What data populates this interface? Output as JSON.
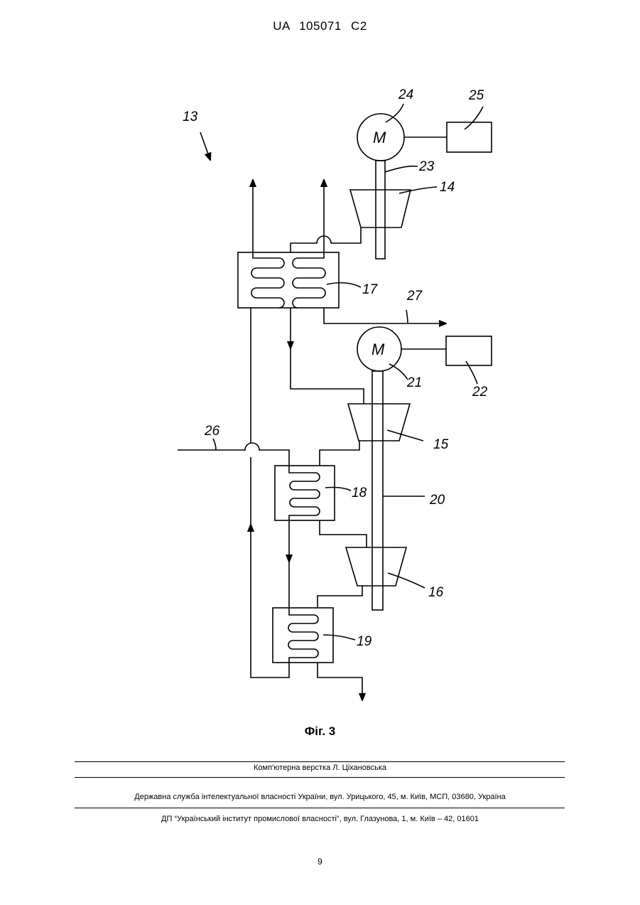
{
  "header": {
    "patent_id": "UA   105071   C2"
  },
  "figure": {
    "caption": "Фіг. 3",
    "labels": {
      "l13": "13",
      "l14": "14",
      "l15": "15",
      "l16": "16",
      "l17": "17",
      "l18": "18",
      "l19": "19",
      "l20": "20",
      "l21": "21",
      "l22": "22",
      "l23": "23",
      "l24": "24",
      "l25": "25",
      "l26": "26",
      "l27": "27"
    },
    "motor_symbol": "M"
  },
  "footer": {
    "layout": "Комп'ютерна верстка Л. Ціхановська",
    "agency": "Державна служба інтелектуальної власності України, вул. Урицького, 45, м. Київ, МСП, 03680, Україна",
    "institute": "ДП “Український інститут промислової власності”, вул. Глазунова, 1, м. Київ – 42, 01601"
  },
  "page_number": "9"
}
